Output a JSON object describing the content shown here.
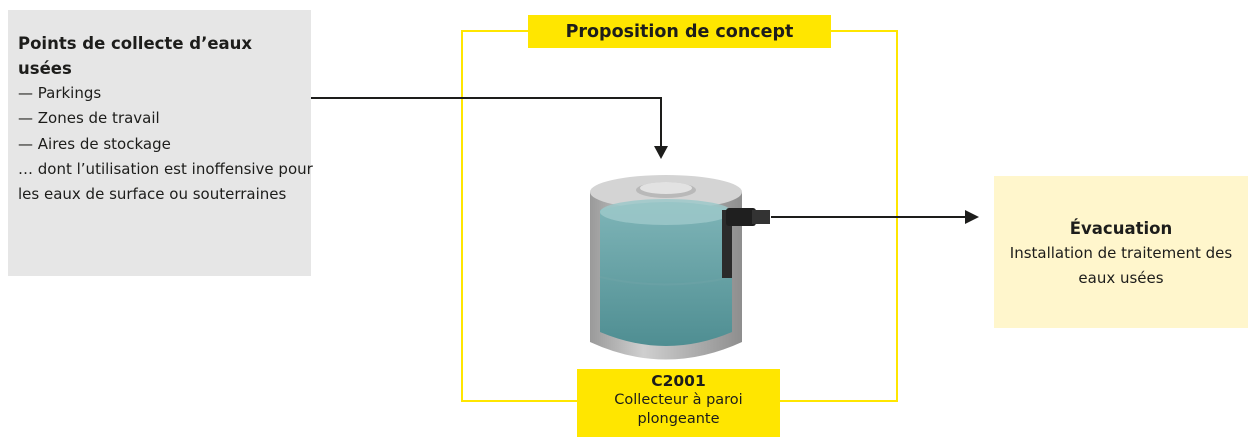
{
  "source": {
    "title": "Points de collecte d’eaux usées",
    "items": [
      "— Parkings",
      "— Zones de travail",
      "— Aires de stockage"
    ],
    "note": "… dont l’utilisation est inoffensive pour les eaux de surface ou souterraines"
  },
  "concept": {
    "title": "Proposition de concept"
  },
  "product": {
    "code": "C2001",
    "description": "Collecteur à paroi plongeante"
  },
  "output": {
    "title": "Évacuation",
    "description": "Installation de traitement des eaux usées"
  },
  "colors": {
    "yellow": "#ffe600",
    "pale_yellow": "#fff6cc",
    "gray_box": "#e6e6e6",
    "water": "#5fa0a3"
  },
  "icons": {
    "inflow_arrow": "arrow-down",
    "outflow_arrow": "arrow-right",
    "collector": "concrete-tank-cutaway"
  }
}
